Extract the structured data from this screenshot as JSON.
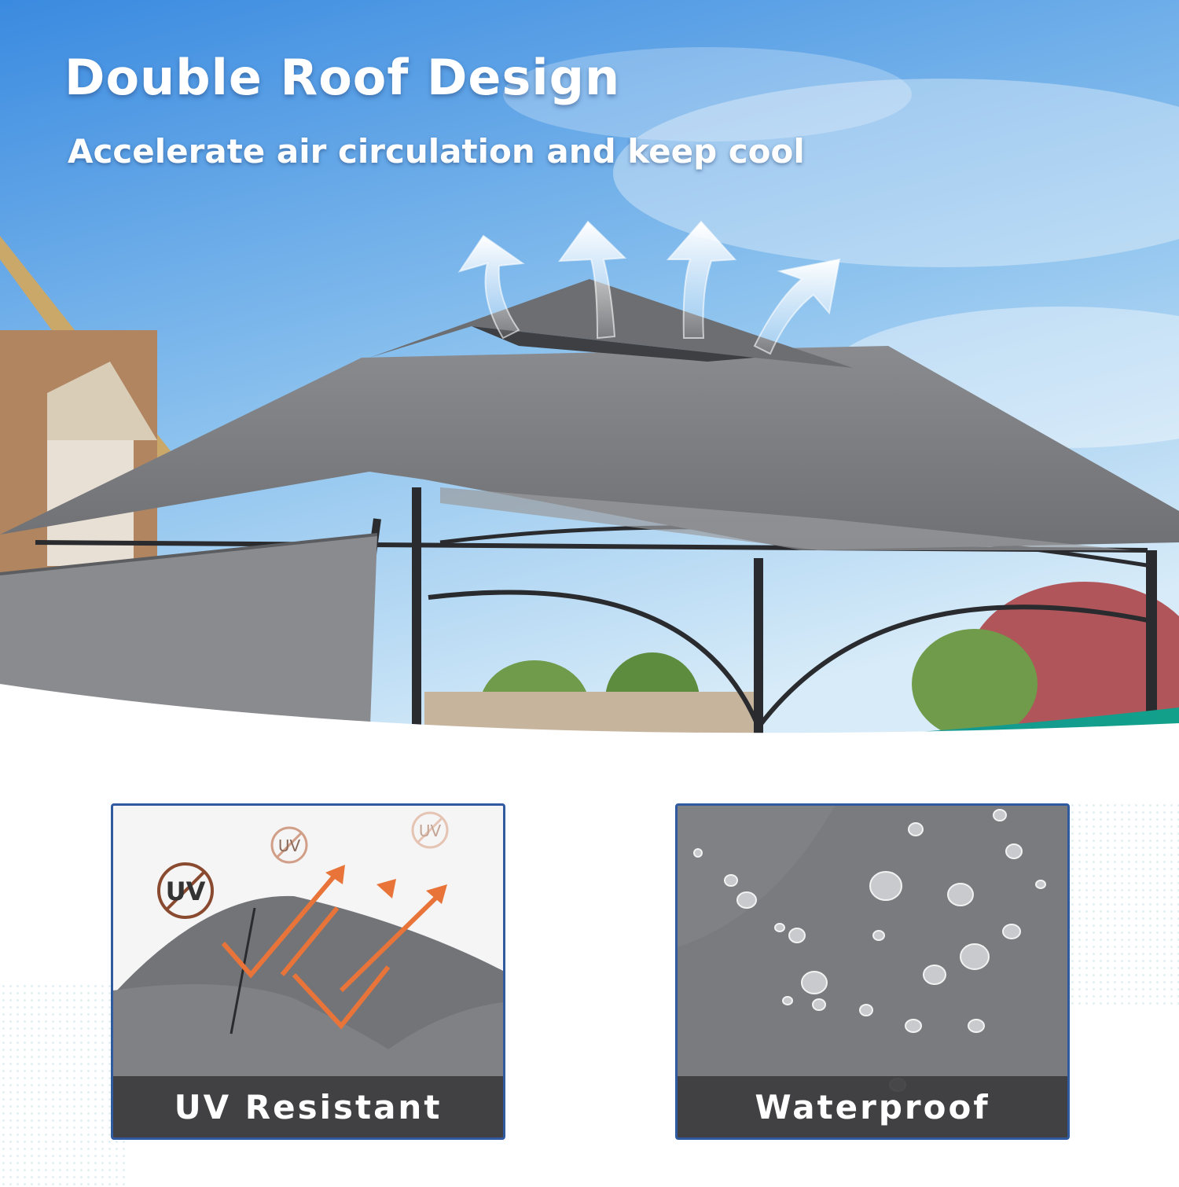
{
  "headline": "Double Roof Design",
  "subheadline": "Accelerate air circulation and keep cool",
  "features": [
    {
      "label": "UV Resistant",
      "icon": "uv-blocked-icon"
    },
    {
      "label": "Waterproof",
      "icon": "water-droplets"
    }
  ],
  "uv_badge_text": "UV",
  "colors": {
    "sky_top": "#3f8fe0",
    "sky_bottom": "#cfe6f7",
    "canopy": "#7b7c80",
    "frame": "#2a2b2e",
    "wave_accent": "#12978a",
    "card_border": "#2f5aa0",
    "uv_arrow": "#e8743a",
    "label_bar": "#3c3c3e"
  }
}
